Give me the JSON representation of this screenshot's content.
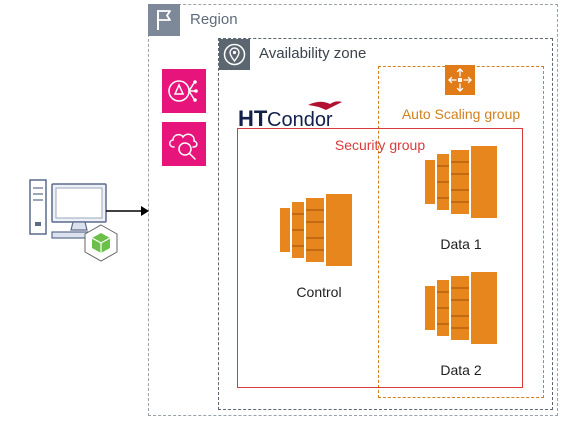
{
  "region": {
    "label": "Region",
    "icon": "flag-icon"
  },
  "availability_zone": {
    "label": "Availability zone",
    "icon": "location-pin-icon"
  },
  "auto_scaling_group": {
    "label": "Auto Scaling group",
    "icon": "auto-scaling-arrows-icon"
  },
  "security_group": {
    "label": "Security group"
  },
  "logo": {
    "text_ht": "HT",
    "text_condor": "Condor"
  },
  "service_icons": [
    {
      "icon": "vpc-endpoint-icon"
    },
    {
      "icon": "cloud-search-icon"
    }
  ],
  "nodes": {
    "control": {
      "label": "Control",
      "icon": "ec2-instance-icon"
    },
    "data1": {
      "label": "Data 1",
      "icon": "ec2-instance-icon"
    },
    "data2": {
      "label": "Data 2",
      "icon": "ec2-instance-icon"
    }
  },
  "client": {
    "icon": "desktop-computer-icon",
    "badge_icon": "green-cube-icon"
  },
  "colors": {
    "region_border": "#9aa3ab",
    "az_border": "#5c6670",
    "asg_orange": "#d1801e",
    "security_red": "#d83b3b",
    "ec2_orange": "#e8861e",
    "service_pink": "#e7157b"
  }
}
